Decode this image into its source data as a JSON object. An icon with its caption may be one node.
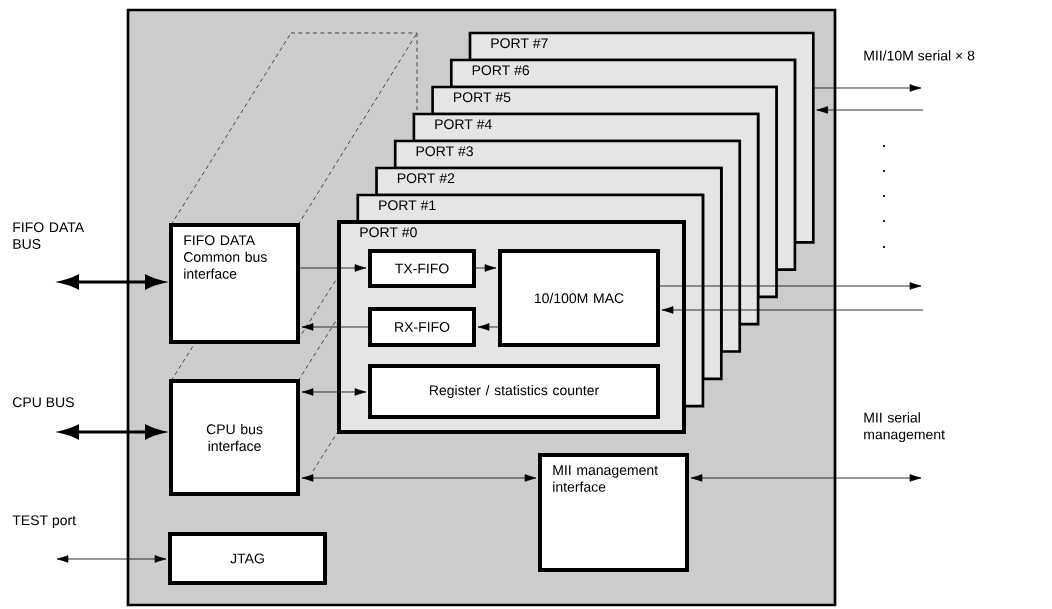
{
  "diagram": {
    "nodes": [
      {
        "text": [],
        "shape": "box"
      },
      {
        "text": [
          "PORT #7"
        ],
        "in": 0
      },
      {
        "text": [
          "PORT #6"
        ],
        "in": 0
      },
      {
        "text": [
          "PORT #5"
        ],
        "in": 0
      },
      {
        "text": [
          "PORT #4"
        ],
        "in": 0
      },
      {
        "text": [
          "PORT #3"
        ],
        "in": 0
      },
      {
        "text": [
          "PORT #2"
        ],
        "in": 0
      },
      {
        "text": [
          "PORT #1"
        ],
        "in": 0
      },
      {
        "text": [
          "PORT #0"
        ],
        "in": 0
      },
      {
        "text": [
          "TX-FIFO"
        ],
        "in": 8
      },
      {
        "text": [
          "10/100M MAC"
        ],
        "in": 8
      },
      {
        "text": [
          "RX-FIFO"
        ],
        "in": 8
      },
      {
        "text": [
          "Register / statistics counter"
        ],
        "in": 8
      },
      {
        "text": [
          "FIFO DATA Common bus interface"
        ],
        "in": 0
      },
      {
        "text": [
          "CPU bus interface"
        ],
        "in": 0
      },
      {
        "text": [
          "MII management interface"
        ],
        "in": 0
      },
      {
        "text": [
          "JTAG"
        ],
        "in": 0
      }
    ],
    "edges": [
      {
        "from": null,
        "to": 13,
        "arrow": "both",
        "style": "thick"
      },
      {
        "from": 13,
        "to": 9,
        "arrow": "to"
      },
      {
        "from": 9,
        "to": 10,
        "arrow": "to"
      },
      {
        "from": 10,
        "to": 11,
        "arrow": "to"
      },
      {
        "from": 11,
        "to": 13,
        "arrow": "to"
      },
      {
        "from": 14,
        "to": 12,
        "arrow": "both"
      },
      {
        "from": null,
        "to": 14,
        "arrow": "both",
        "style": "thick"
      },
      {
        "from": 14,
        "to": 15,
        "arrow": "both"
      },
      {
        "from": 15,
        "to": null,
        "arrow": "both"
      },
      {
        "from": null,
        "to": 16,
        "arrow": "both"
      },
      {
        "from": 1,
        "to": null,
        "arrow": "to"
      },
      {
        "from": null,
        "to": 1,
        "arrow": "to"
      },
      {
        "from": 10,
        "to": null,
        "arrow": "to"
      },
      {
        "from": null,
        "to": 10,
        "arrow": "to"
      }
    ],
    "labels": [
      "FIFO DATA BUS",
      "CPU BUS",
      "TEST port",
      "MII/10M serial × 8",
      "MII serial management"
    ]
  }
}
